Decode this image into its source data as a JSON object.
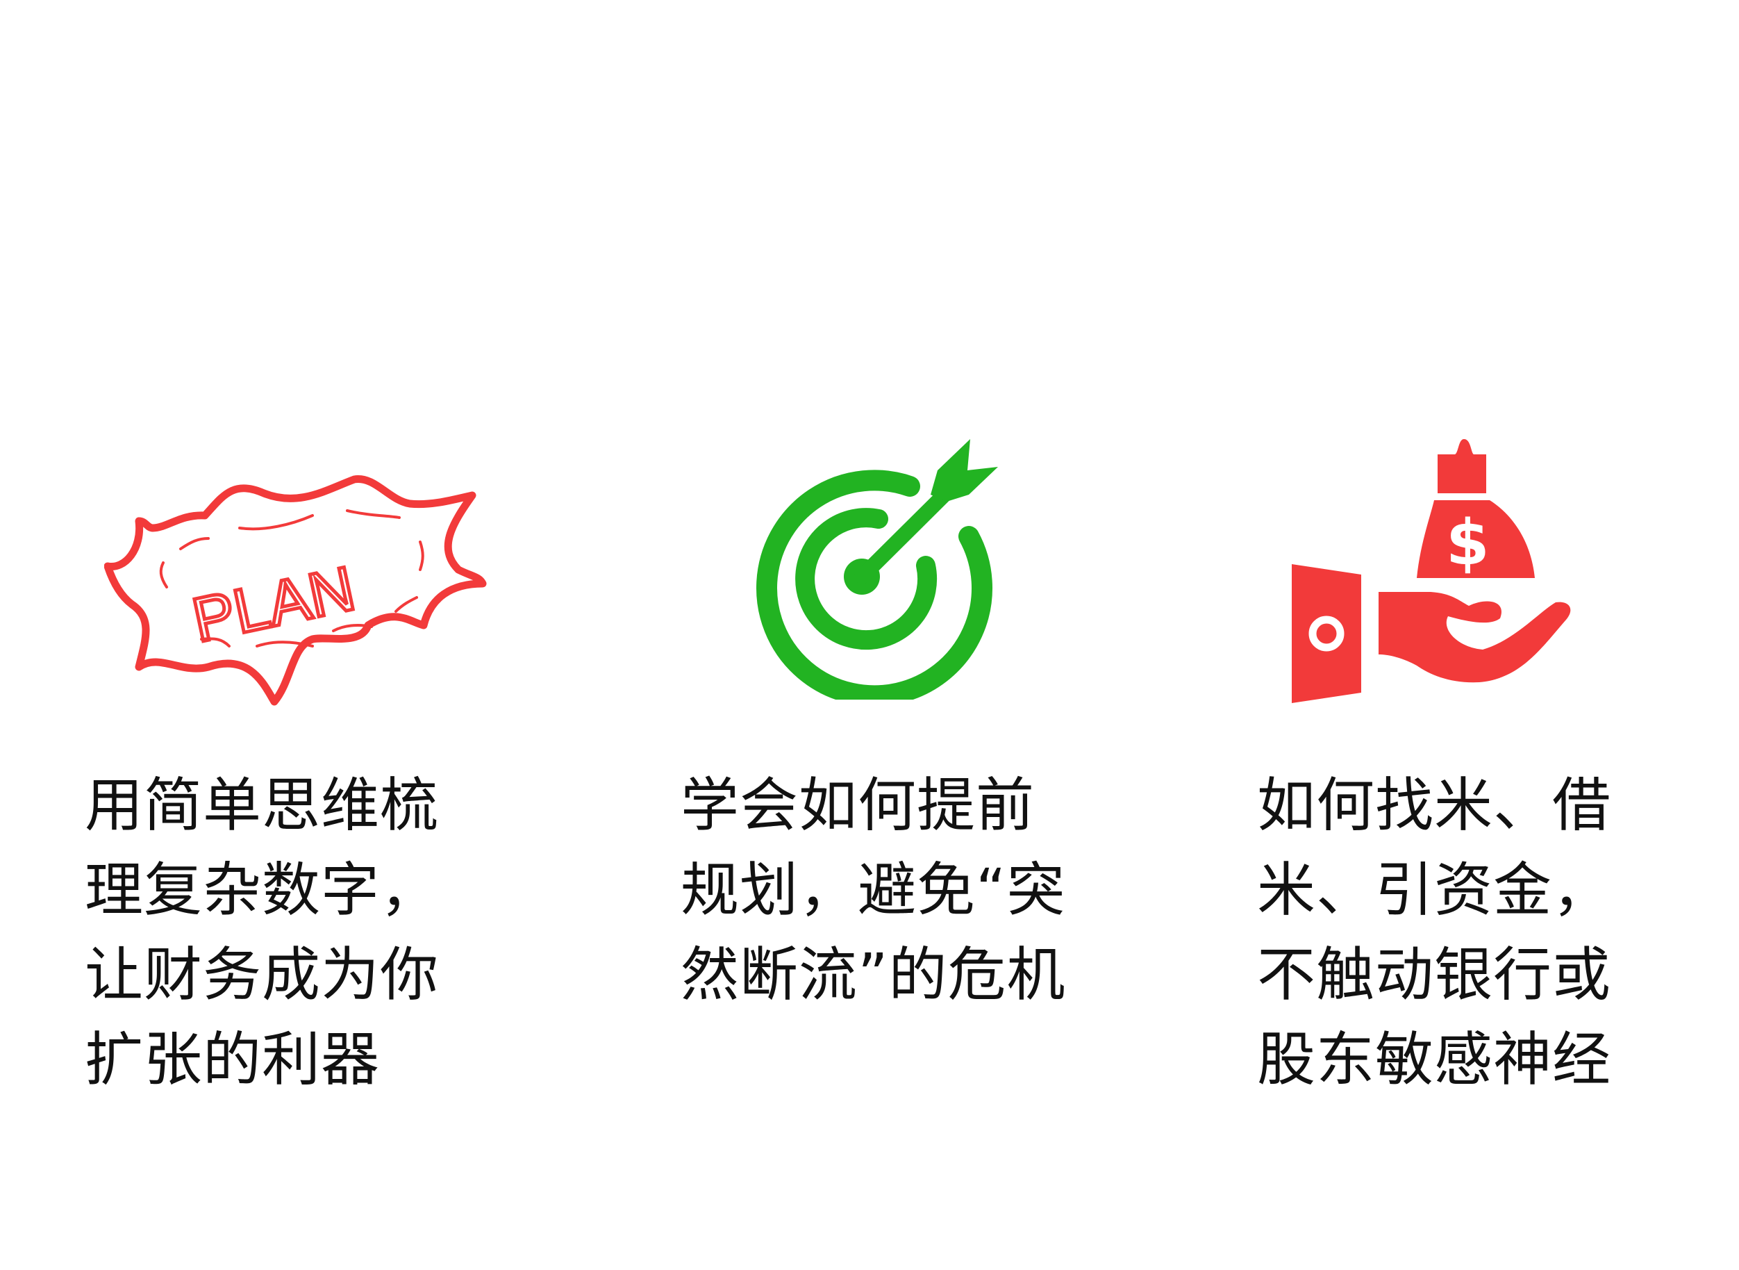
{
  "colors": {
    "red": "#f23a3a",
    "green": "#22b322",
    "text": "#111111"
  },
  "items": [
    {
      "icon": "plan-burst-icon",
      "logo_text": "PLAN",
      "lines": [
        "用简单思维梳",
        "理复杂数字，",
        "让财务成为你",
        "扩张的利器"
      ]
    },
    {
      "icon": "target-arrow-icon",
      "lines": [
        "学会如何提前",
        "规划，避免“突",
        "然断流”的危机"
      ]
    },
    {
      "icon": "hand-money-bag-icon",
      "lines": [
        "如何找米、借",
        "米、引资金，",
        "不触动银行或",
        "股东敏感神经"
      ]
    }
  ]
}
